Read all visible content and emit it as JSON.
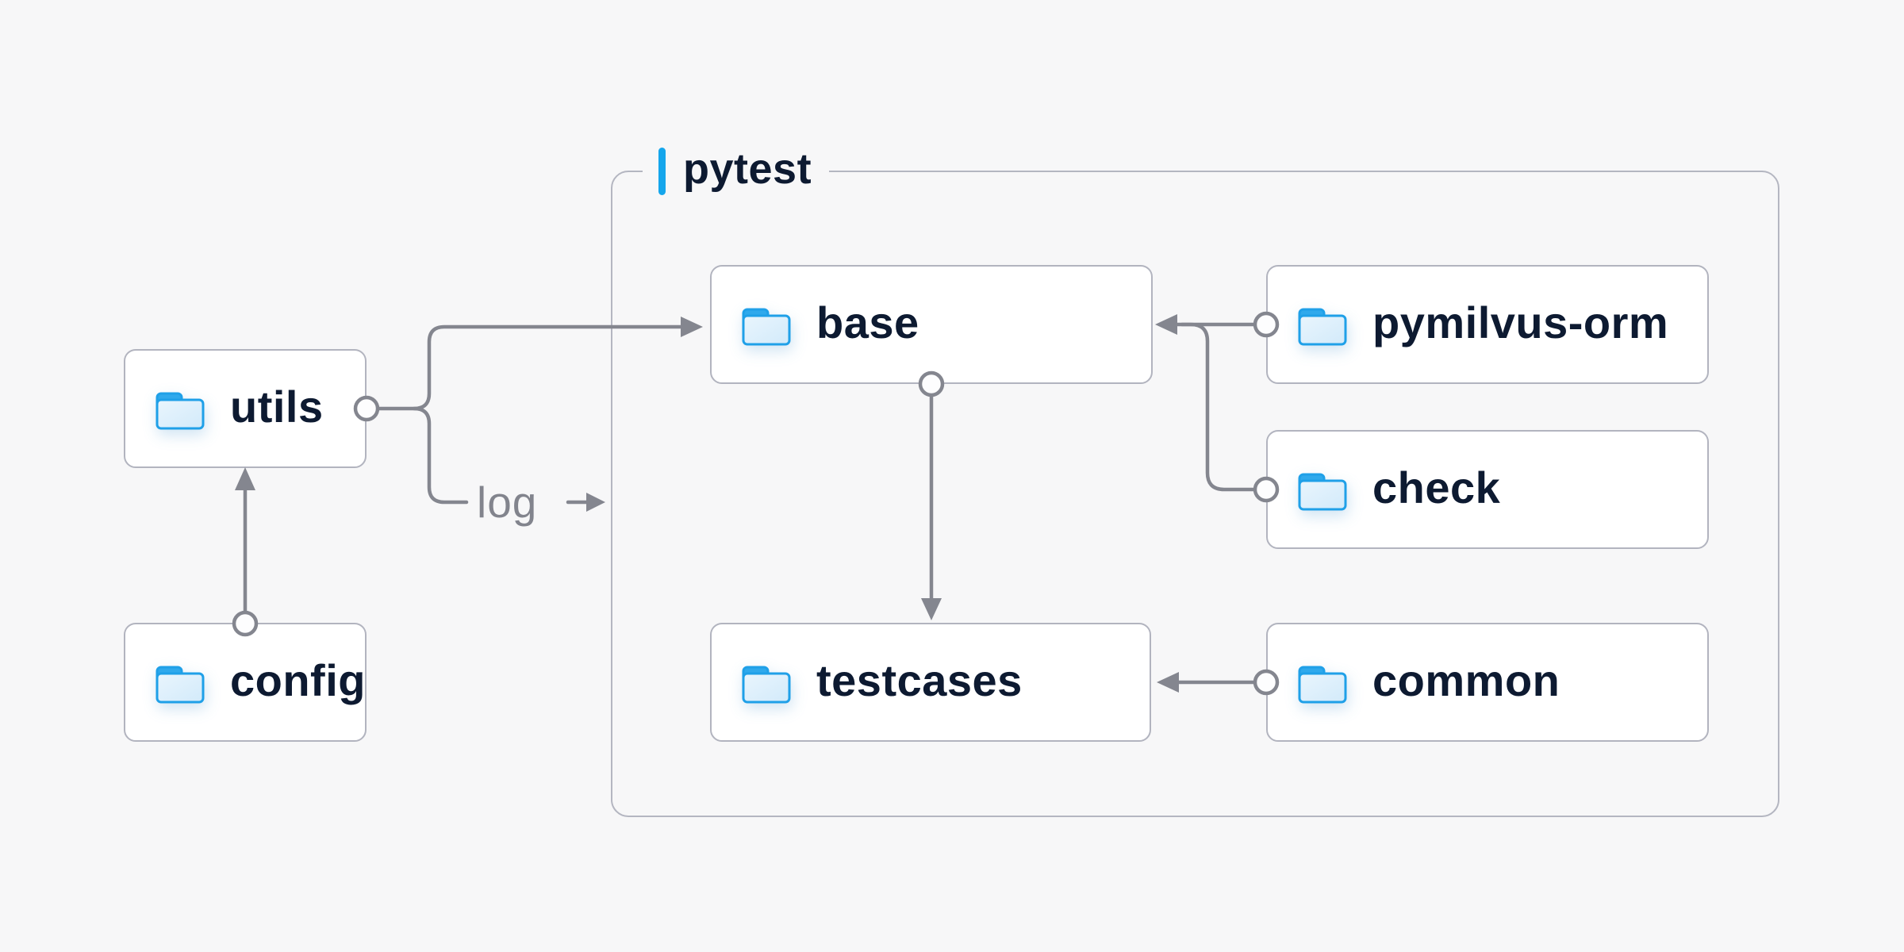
{
  "page": {
    "background_color": "#f7f7f8"
  },
  "palette": {
    "accent_blue": "#15a6ec",
    "folder_stroke_blue": "#1fa0e8",
    "folder_tab_blue": "#2fa9ec",
    "folder_fill_light": "#ddeffb",
    "connector_gray": "#84868f",
    "node_border_gray": "#b2b4bf",
    "label_navy": "#0d1a31"
  },
  "group": {
    "label": "pytest"
  },
  "nodes": {
    "utils": {
      "label": "utils",
      "icon": "folder-icon"
    },
    "config": {
      "label": "config",
      "icon": "folder-icon"
    },
    "base": {
      "label": "base",
      "icon": "folder-icon"
    },
    "testcases": {
      "label": "testcases",
      "icon": "folder-icon"
    },
    "pymilvus_orm": {
      "label": "pymilvus-orm",
      "icon": "folder-icon"
    },
    "check": {
      "label": "check",
      "icon": "folder-icon"
    },
    "common": {
      "label": "common",
      "icon": "folder-icon"
    }
  },
  "edges": {
    "log_label": "log",
    "connections": [
      {
        "from": "config",
        "to": "utils"
      },
      {
        "from": "utils",
        "to": "base"
      },
      {
        "from": "utils",
        "to": "pytest-group",
        "label": "log"
      },
      {
        "from": "base",
        "to": "testcases"
      },
      {
        "from": "pymilvus-orm",
        "to": "base"
      },
      {
        "from": "check",
        "to": "base"
      },
      {
        "from": "common",
        "to": "testcases"
      }
    ]
  }
}
